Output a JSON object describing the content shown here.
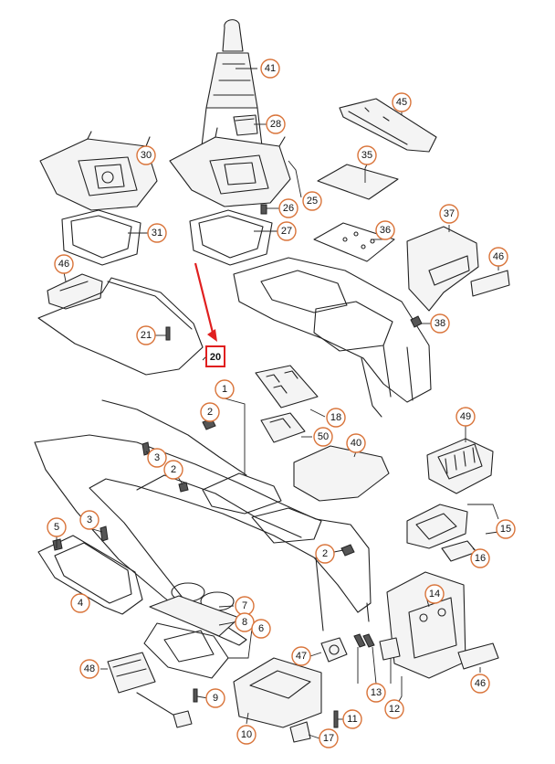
{
  "callouts": [
    {
      "id": "41"
    },
    {
      "id": "28"
    },
    {
      "id": "45"
    },
    {
      "id": "30"
    },
    {
      "id": "35"
    },
    {
      "id": "25"
    },
    {
      "id": "26"
    },
    {
      "id": "31"
    },
    {
      "id": "27"
    },
    {
      "id": "36"
    },
    {
      "id": "37"
    },
    {
      "id": "46"
    },
    {
      "id": "46b"
    },
    {
      "id": "38"
    },
    {
      "id": "21"
    },
    {
      "id": "1"
    },
    {
      "id": "2"
    },
    {
      "id": "18"
    },
    {
      "id": "50"
    },
    {
      "id": "40"
    },
    {
      "id": "49"
    },
    {
      "id": "3"
    },
    {
      "id": "2b"
    },
    {
      "id": "5"
    },
    {
      "id": "3b"
    },
    {
      "id": "2c"
    },
    {
      "id": "15"
    },
    {
      "id": "16"
    },
    {
      "id": "4"
    },
    {
      "id": "7"
    },
    {
      "id": "8"
    },
    {
      "id": "6"
    },
    {
      "id": "14"
    },
    {
      "id": "47"
    },
    {
      "id": "48"
    },
    {
      "id": "9"
    },
    {
      "id": "13"
    },
    {
      "id": "12"
    },
    {
      "id": "46c"
    },
    {
      "id": "11"
    },
    {
      "id": "10"
    },
    {
      "id": "17"
    }
  ],
  "labels": {
    "41": "41",
    "28": "28",
    "45": "45",
    "30": "30",
    "35": "35",
    "25": "25",
    "26": "26",
    "31": "31",
    "27": "27",
    "36": "36",
    "37": "37",
    "46": "46",
    "46b": "46",
    "38": "38",
    "21": "21",
    "1": "1",
    "2": "2",
    "18": "18",
    "50": "50",
    "40": "40",
    "49": "49",
    "3": "3",
    "2b": "2",
    "5": "5",
    "3b": "3",
    "2c": "2",
    "15": "15",
    "16": "16",
    "4": "4",
    "7": "7",
    "8": "8",
    "6": "6",
    "14": "14",
    "47": "47",
    "48": "48",
    "9": "9",
    "13": "13",
    "12": "12",
    "46c": "46",
    "11": "11",
    "10": "10",
    "17": "17"
  },
  "highlight": {
    "label": "20"
  },
  "colors": {
    "callout_ring": "#d9743a",
    "highlight": "#e01f1f",
    "line": "#222222"
  }
}
